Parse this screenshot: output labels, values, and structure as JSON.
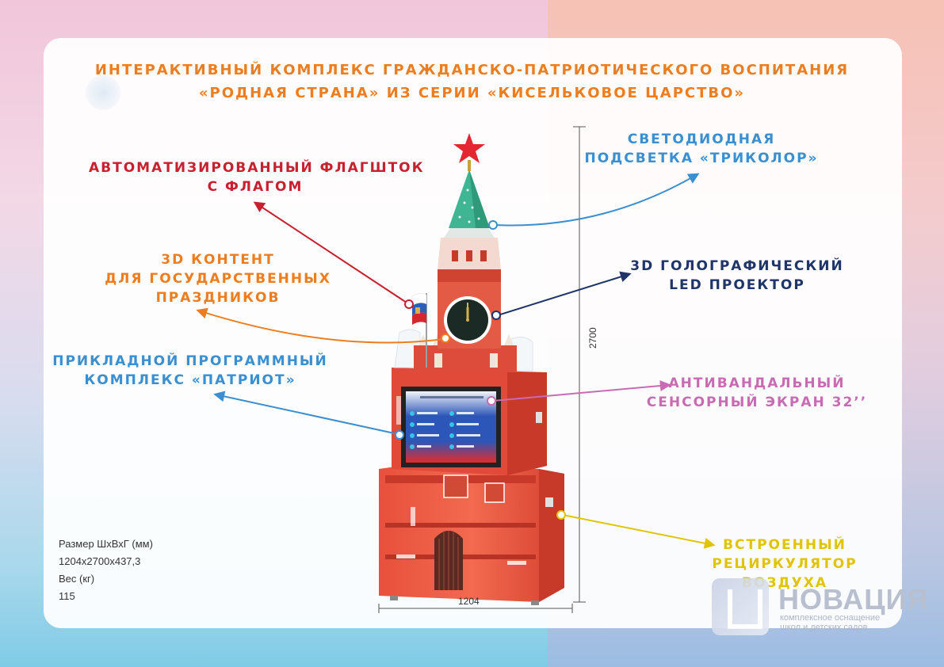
{
  "title": {
    "line1": "ИНТЕРАКТИВНЫЙ КОМПЛЕКС ГРАЖДАНСКО-ПАТРИОТИЧЕСКОГО ВОСПИТАНИЯ",
    "line2": "«РОДНАЯ СТРАНА» ИЗ СЕРИИ «КИСЕЛЬКОВОЕ ЦАРСТВО»"
  },
  "labels": {
    "flagpole": [
      "АВТОМАТИЗИРОВАННЫЙ ФЛАГШТОК",
      "С ФЛАГОМ"
    ],
    "content3d": [
      "3D КОНТЕНТ",
      "ДЛЯ ГОСУДАРСТВЕННЫХ",
      "ПРАЗДНИКОВ"
    ],
    "software": [
      "ПРИКЛАДНОЙ ПРОГРАММНЫЙ",
      "КОМПЛЕКС «ПАТРИОТ»"
    ],
    "led": [
      "СВЕТОДИОДНАЯ",
      "ПОДСВЕТКА «ТРИКОЛОР»"
    ],
    "holo": [
      "3D ГОЛОГРАФИЧЕСКИЙ",
      "LED ПРОЕКТОР"
    ],
    "screen": [
      "АНТИВАНДАЛЬНЫЙ",
      "СЕНСОРНЫЙ ЭКРАН 32’’"
    ],
    "recirc": [
      "ВСТРОЕННЫЙ",
      "РЕЦИРКУЛЯТОР",
      "ВОЗДУХА"
    ]
  },
  "colors": {
    "title": "#ee7d1f",
    "flagpole": "#c8202f",
    "content3d": "#ee7d1f",
    "software": "#3a8fd0",
    "led": "#3a8fd0",
    "holo": "#1f3468",
    "screen": "#c86bb3",
    "recirc": "#e1c400"
  },
  "specs": {
    "size_label": "Размер ШхВхГ (мм)",
    "size_value": "1204x2700x437,3",
    "weight_label": "Вес (кг)",
    "weight_value": "115"
  },
  "dimensions": {
    "height": "2700",
    "width": "1204"
  },
  "logo": {
    "name": "НОВАЦИЯ",
    "sub1": "комплексное оснащение",
    "sub2": "школ и детских садов"
  }
}
